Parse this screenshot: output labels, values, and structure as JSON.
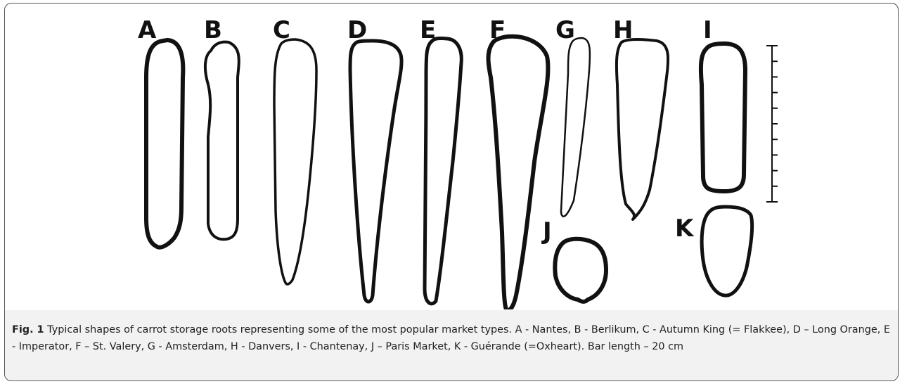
{
  "figure": {
    "label": "Fig. 1",
    "caption": "Typical shapes of carrot storage roots representing some of the most popular market types. A - Nantes, B - Berlikum, C - Autumn King (= Flakkee), D – Long Orange, E - Imperator, F – St. Valery, G - Amsterdam, H - Danvers, I - Chantenay, J – Paris Market, K - Guérande (=Oxheart). Bar length – 20 cm"
  },
  "panels": [
    {
      "letter": "A",
      "icon": "carrot-root-nantes-icon"
    },
    {
      "letter": "B",
      "icon": "carrot-root-berlikum-icon"
    },
    {
      "letter": "C",
      "icon": "carrot-root-autumn-king-icon"
    },
    {
      "letter": "D",
      "icon": "carrot-root-long-orange-icon"
    },
    {
      "letter": "E",
      "icon": "carrot-root-imperator-icon"
    },
    {
      "letter": "F",
      "icon": "carrot-root-st-valery-icon"
    },
    {
      "letter": "G",
      "icon": "carrot-root-amsterdam-icon"
    },
    {
      "letter": "H",
      "icon": "carrot-root-danvers-icon"
    },
    {
      "letter": "I",
      "icon": "carrot-root-chantenay-icon"
    },
    {
      "letter": "J",
      "icon": "carrot-root-paris-market-icon"
    },
    {
      "letter": "K",
      "icon": "carrot-root-guerande-icon"
    }
  ],
  "scale_bar": {
    "length_cm": 20,
    "tick_count": 11,
    "icon": "scale-bar-icon"
  }
}
